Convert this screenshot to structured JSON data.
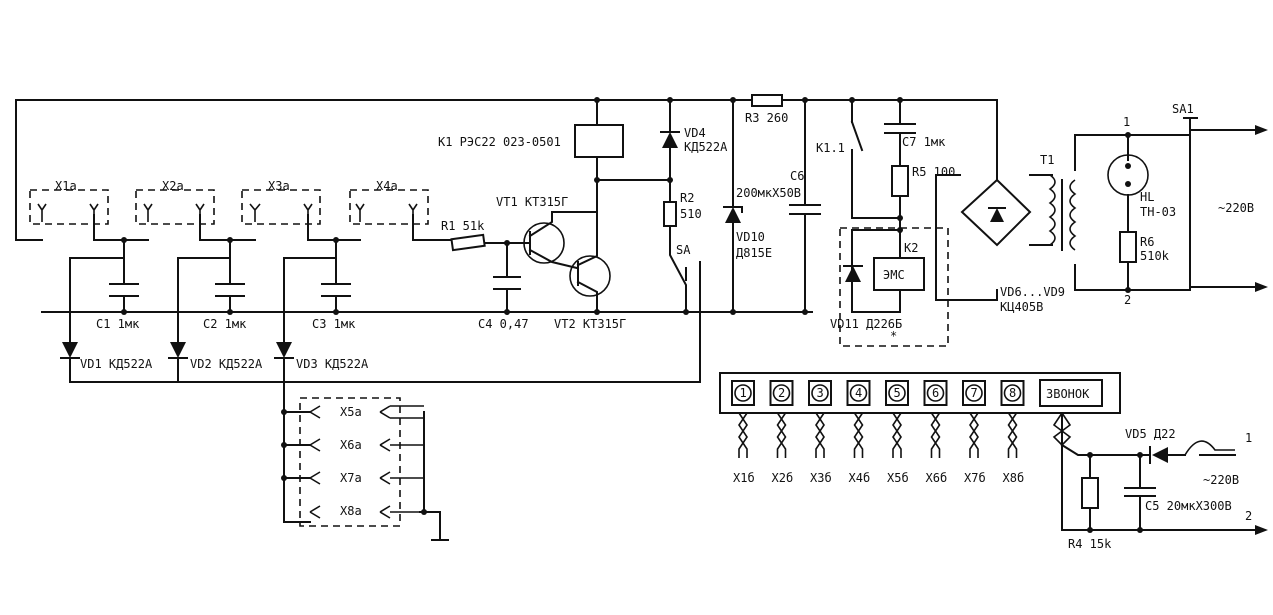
{
  "labels": {
    "x1a": "X1a",
    "x2a": "X2a",
    "x3a": "X3a",
    "x4a": "X4a",
    "x5a": "X5a",
    "x6a": "X6a",
    "x7a": "X7a",
    "x8a": "X8a",
    "k1": "K1 РЭС22 023-0501",
    "vd4": "VD4",
    "vd4_type": "КД522А",
    "r3": "R3 260",
    "k11": "K1.1",
    "c7": "C7 1мк",
    "r5": "R5 100",
    "t1": "T1",
    "sa1": "SA1",
    "one_a": "1",
    "two_a": "2",
    "hl": "HL",
    "hl_type": "ТН-03",
    "r6": "R6",
    "r6_val": "510k",
    "mains_a": "~220В",
    "vt1": "VT1 КТ315Г",
    "r2": "R2",
    "r2_val": "510",
    "c6": "C6",
    "c6_val": "200мкХ50В",
    "vd10": "VD10",
    "vd10_type": "Д815Е",
    "r1": "R1 51k",
    "sa": "SA",
    "k2": "K2",
    "ems": "ЭМС",
    "vd6": "VD6...VD9",
    "vd6_type": "КЦ405В",
    "c1": "C1 1мк",
    "c2": "C2 1мк",
    "c3": "C3 1мк",
    "c4": "C4 0,47",
    "vt2": "VT2 КТ315Г",
    "vd11": "VD11 Д226Б",
    "vd1": "VD1 КД522А",
    "vd2": "VD2 КД522А",
    "vd3": "VD3 КД522А",
    "zvonok": "ЗВОНОК",
    "vd5": "VD5 Д22",
    "one_b": "1",
    "two_b": "2",
    "mains_b": "~220В",
    "c5": "C5 20мкХ300В",
    "r4": "R4 15k",
    "star": "*"
  },
  "keypad": {
    "keys": [
      "1",
      "2",
      "3",
      "4",
      "5",
      "6",
      "7",
      "8"
    ],
    "outputs": [
      "X1б",
      "X2б",
      "X3б",
      "X4б",
      "X5б",
      "X6б",
      "X7б",
      "X8б"
    ]
  }
}
